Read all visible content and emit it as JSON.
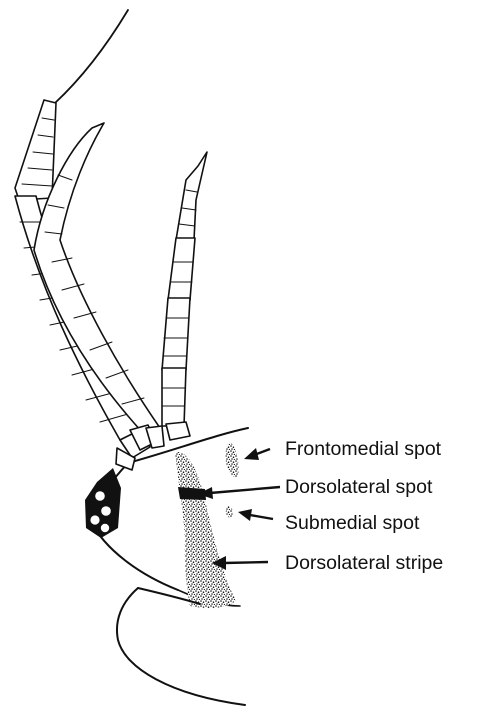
{
  "labels": {
    "frontomedial_spot": "Frontomedial spot",
    "dorsolateral_spot": "Dorsolateral spot",
    "submedial_spot": "Submedial spot",
    "dorsolateral_stripe": "Dorsolateral stripe"
  },
  "colors": {
    "ink": "#111111",
    "background": "#ffffff"
  }
}
